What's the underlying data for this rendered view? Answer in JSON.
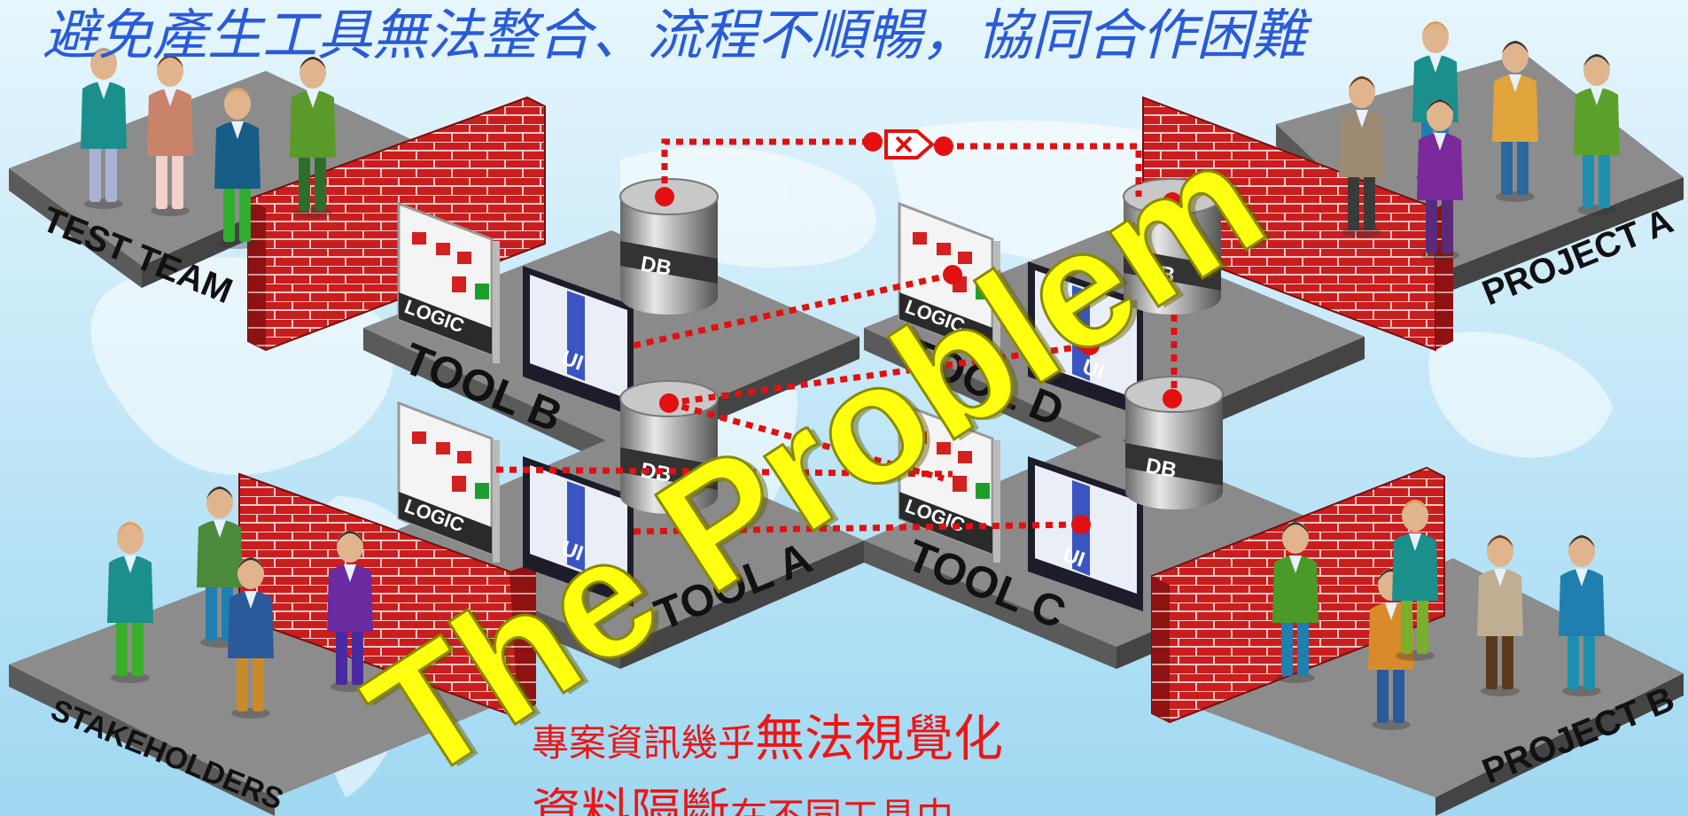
{
  "headline": "避免產生工具無法整合、流程不順暢，協同合作困難",
  "watermark": "The Problem",
  "groups": {
    "test_team": "TEST TEAM",
    "project_a": "PROJECT A",
    "stakeholders": "STAKEHOLDERS",
    "project_b": "PROJECT B"
  },
  "tools": {
    "tool_b": {
      "name": "TOOL B",
      "logic": "LOGIC",
      "ui": "UI",
      "db": "DB"
    },
    "tool_d": {
      "name": "TOOL D",
      "logic": "LOGIC",
      "ui": "UI",
      "db": "DB"
    },
    "tool_a": {
      "name": "TOOL A",
      "logic": "LOGIC",
      "ui": "UI",
      "db": "DB"
    },
    "tool_c": {
      "name": "TOOL C",
      "logic": "LOGIC",
      "ui": "UI",
      "db": "DB"
    }
  },
  "footer": {
    "line1_small": "專案資訊幾乎",
    "line1_big": "無法視覺化",
    "line2_big": "資料隔斷",
    "line2_small": "在不同工具中"
  },
  "colors": {
    "headline": "#2a5bd7",
    "watermark": "#ffff10",
    "footer": "#ee1515",
    "brick": "#c81e1e",
    "connector": "#e21010",
    "platform": "#8a8a8a"
  }
}
